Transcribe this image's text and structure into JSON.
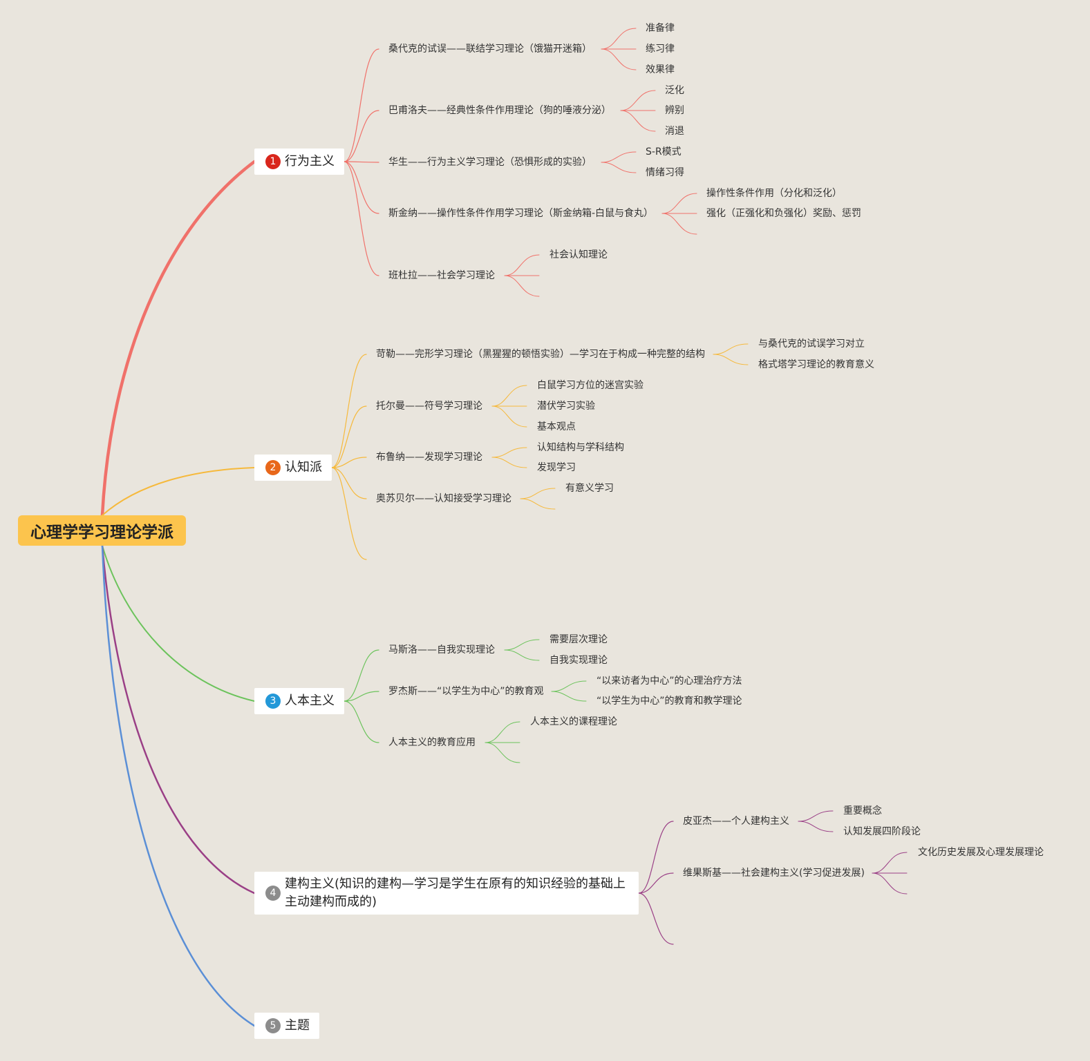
{
  "colors": {
    "root_fill": "#fcc44d",
    "behaviorism": "#f0716a",
    "cognitive": "#f6b93b",
    "humanism": "#6cc35c",
    "constructivism": "#9a3f86",
    "topic": "#5b8fd6",
    "num_1": "#d9261c",
    "num_2": "#e8671a",
    "num_3": "#2398d8",
    "num_4": "#8c8c8c",
    "num_5": "#8c8c8c"
  },
  "root": {
    "label": "心理学学习理论学派"
  },
  "branches": [
    {
      "num": "1",
      "label": "行为主义",
      "children": [
        {
          "label": "桑代克的试误——联结学习理论（饿猫开迷箱）",
          "children": [
            "准备律",
            "练习律",
            "效果律"
          ]
        },
        {
          "label": "巴甫洛夫——经典性条件作用理论（狗的唾液分泌）",
          "children": [
            "泛化",
            "辨别",
            "消退"
          ]
        },
        {
          "label": "华生——行为主义学习理论（恐惧形成的实验）",
          "children": [
            "S-R模式",
            "情绪习得"
          ]
        },
        {
          "label": "斯金纳——操作性条件作用学习理论（斯金纳箱-白鼠与食丸）",
          "children": [
            "操作性条件作用（分化和泛化）",
            "强化（正强化和负强化）奖励、惩罚"
          ]
        },
        {
          "label": "班杜拉——社会学习理论",
          "children": [
            "社会认知理论"
          ]
        }
      ]
    },
    {
      "num": "2",
      "label": "认知派",
      "children": [
        {
          "label": "苛勒——完形学习理论（黑猩猩的顿悟实验）—学习在于构成一种完整的结构",
          "children": [
            "与桑代克的试误学习对立",
            "格式塔学习理论的教育意义"
          ]
        },
        {
          "label": "托尔曼——符号学习理论",
          "children": [
            "白鼠学习方位的迷宫实验",
            "潜伏学习实验",
            "基本观点"
          ]
        },
        {
          "label": "布鲁纳——发现学习理论",
          "children": [
            "认知结构与学科结构",
            "发现学习"
          ]
        },
        {
          "label": "奥苏贝尔——认知接受学习理论",
          "children": [
            "有意义学习"
          ]
        }
      ]
    },
    {
      "num": "3",
      "label": "人本主义",
      "children": [
        {
          "label": "马斯洛——自我实现理论",
          "children": [
            "需要层次理论",
            "自我实现理论"
          ]
        },
        {
          "label": "罗杰斯——“以学生为中心”的教育观",
          "children": [
            "“以来访者为中心”的心理治疗方法",
            "“以学生为中心”的教育和教学理论"
          ]
        },
        {
          "label": "人本主义的教育应用",
          "children": [
            "人本主义的课程理论"
          ]
        }
      ]
    },
    {
      "num": "4",
      "label_line1": "建构主义(知识的建构—学习是学生在原有的知识经验的基础上",
      "label_line2": "主动建构而成的)",
      "children": [
        {
          "label": "皮亚杰——个人建构主义",
          "children": [
            "重要概念",
            "认知发展四阶段论"
          ]
        },
        {
          "label": "维果斯基——社会建构主义(学习促进发展)",
          "children": [
            "文化历史发展及心理发展理论"
          ]
        }
      ]
    },
    {
      "num": "5",
      "label": "主题",
      "children": []
    }
  ]
}
